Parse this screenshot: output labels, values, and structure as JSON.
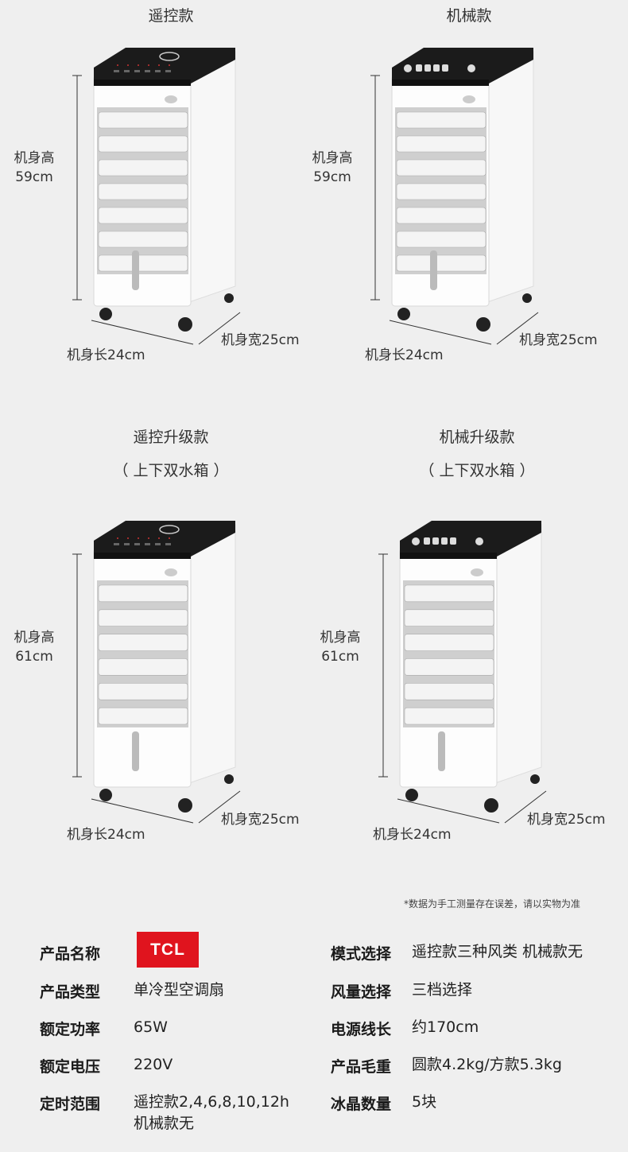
{
  "products": [
    {
      "title": "遥控款",
      "subtitle": "",
      "height_label": "机身高",
      "height_value": "59cm",
      "length": "机身长24cm",
      "width": "机身宽25cm",
      "controls": "remote"
    },
    {
      "title": "机械款",
      "subtitle": "",
      "height_label": "机身高",
      "height_value": "59cm",
      "length": "机身长24cm",
      "width": "机身宽25cm",
      "controls": "knob"
    },
    {
      "title": "遥控升级款",
      "subtitle": "（ 上下双水箱 ）",
      "height_label": "机身高",
      "height_value": "61cm",
      "length": "机身长24cm",
      "width": "机身宽25cm",
      "controls": "remote"
    },
    {
      "title": "机械升级款",
      "subtitle": "（ 上下双水箱 ）",
      "height_label": "机身高",
      "height_value": "61cm",
      "length": "机身长24cm",
      "width": "机身宽25cm",
      "controls": "knob"
    }
  ],
  "note": "*数据为手工测量存在误差，请以实物为准",
  "specs_left": [
    {
      "label": "产品名称",
      "value": "TCL",
      "is_logo": true
    },
    {
      "label": "产品类型",
      "value": "单冷型空调扇"
    },
    {
      "label": "额定功率",
      "value": "65W"
    },
    {
      "label": "额定电压",
      "value": "220V"
    },
    {
      "label": "定时范围",
      "value": "遥控款2,4,6,8,10,12h",
      "value2": "机械款无"
    }
  ],
  "specs_right": [
    {
      "label": "模式选择",
      "value": "遥控款三种风类 机械款无"
    },
    {
      "label": "风量选择",
      "value": "三档选择"
    },
    {
      "label": "电源线长",
      "value": "约170cm"
    },
    {
      "label": "产品毛重",
      "value": "圆款4.2kg/方款5.3kg"
    },
    {
      "label": "冰晶数量",
      "value": "5块"
    }
  ],
  "colors": {
    "brand": "#e0141e",
    "background": "#efefef"
  }
}
